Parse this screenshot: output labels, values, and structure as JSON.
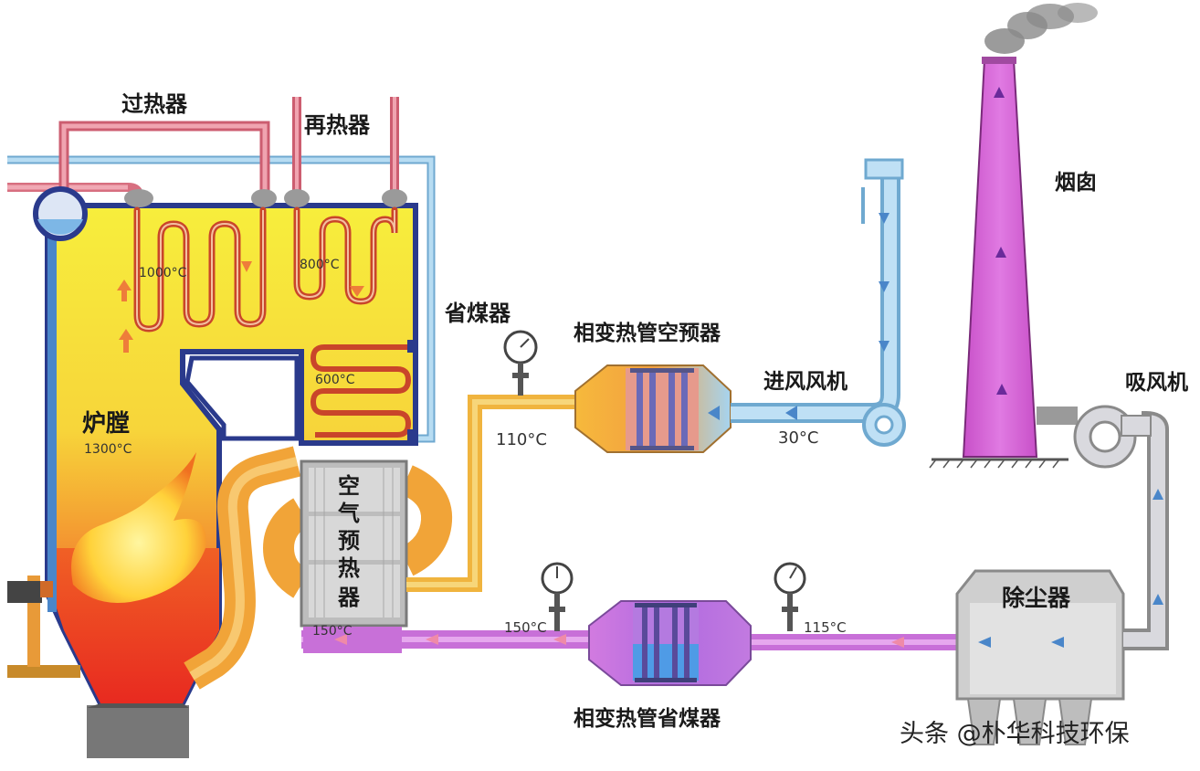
{
  "labels": {
    "superheater": "过热器",
    "reheater": "再热器",
    "economizer": "省煤器",
    "furnace": "炉膛",
    "air_preheater": [
      "空",
      "气",
      "预",
      "热",
      "器"
    ],
    "phase_change_air_preheater": "相变热管空预器",
    "forced_draft_fan": "进风风机",
    "chimney": "烟囱",
    "induced_draft_fan": "吸风机",
    "dust_collector": "除尘器",
    "phase_change_economizer": "相变热管省煤器"
  },
  "temperatures": {
    "superheater_zone": "1000°C",
    "reheater_zone": "800°C",
    "economizer_zone": "600°C",
    "furnace": "1300°C",
    "air_preheater_outlet": "150°C",
    "air_preheater_gas_out": "110°C",
    "ambient_air": "30°C",
    "economizer_inlet": "150°C",
    "economizer_outlet": "115°C"
  },
  "watermark": "头条 @朴华科技环保",
  "colors": {
    "furnace_yellow": "#f7ee3c",
    "flame_red": "#ee3322",
    "steam_pipe": "#e08a96",
    "water_pipe": "#9fd0ee",
    "hot_gas": "#f5b63a",
    "flue_gas": "#d27be0",
    "chimney": "#d85fd8",
    "casing": "#cfcfcf"
  }
}
